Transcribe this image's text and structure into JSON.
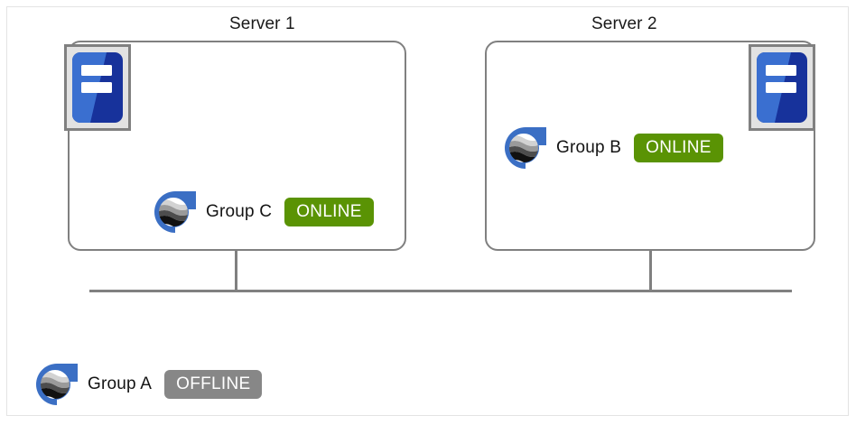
{
  "diagram": {
    "type": "cluster-topology",
    "colors": {
      "online_badge": "#5a9304",
      "offline_badge": "#878787",
      "box_border": "#808080",
      "bus_line": "#808080",
      "logo_ring": "#3b6fc4",
      "server_icon_body": "#1a3faa",
      "server_icon_highlight": "#3a6fd0",
      "server_icon_frame": "#e2e2e2"
    },
    "servers": [
      {
        "title": "Server 1",
        "icon_name": "server-machine-icon",
        "icon_position": "top-left",
        "groups": [
          {
            "logo_name": "group-globe-logo",
            "label": "Group  C",
            "status": "ONLINE"
          }
        ]
      },
      {
        "title": "Server 2",
        "icon_name": "server-machine-icon",
        "icon_position": "top-right",
        "groups": [
          {
            "logo_name": "group-globe-logo",
            "label": "Group  B",
            "status": "ONLINE"
          }
        ]
      }
    ],
    "standalone_groups": [
      {
        "logo_name": "group-globe-logo",
        "label": "Group  A",
        "status": "OFFLINE"
      }
    ]
  }
}
